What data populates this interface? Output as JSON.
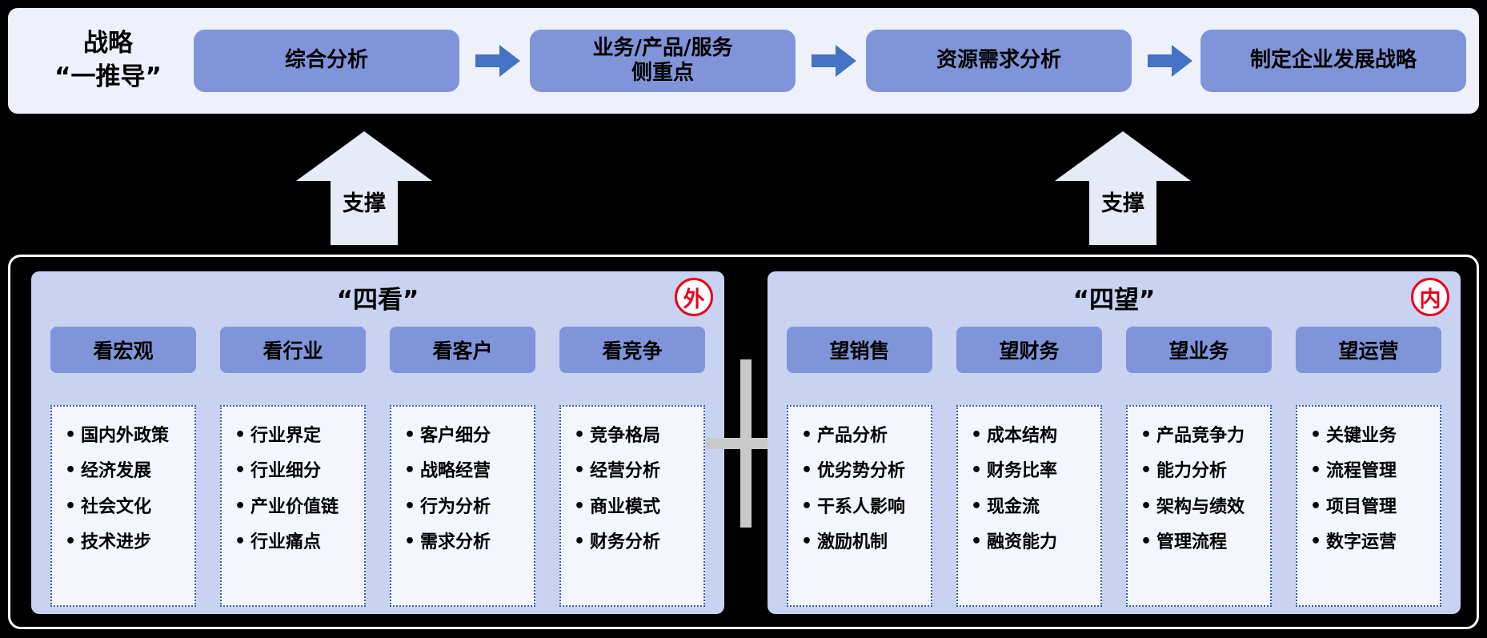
{
  "top": {
    "label_line1": "战略",
    "label_line2": "“一推导”",
    "steps": [
      "综合分析",
      "业务/产品/服务\n侧重点",
      "资源需求分析",
      "制定企业发展战略"
    ]
  },
  "support": [
    {
      "label": "支撑"
    },
    {
      "label": "支撑"
    }
  ],
  "panels": [
    {
      "title": "“四看”",
      "badge": "外",
      "columns": [
        {
          "header": "看宏观",
          "items": [
            "国内外政策",
            "经济发展",
            "社会文化",
            "技术进步"
          ]
        },
        {
          "header": "看行业",
          "items": [
            "行业界定",
            "行业细分",
            "产业价值链",
            "行业痛点"
          ]
        },
        {
          "header": "看客户",
          "items": [
            "客户细分",
            "战略经营",
            "行为分析",
            "需求分析"
          ]
        },
        {
          "header": "看竞争",
          "items": [
            "竞争格局",
            "经营分析",
            "商业模式",
            "财务分析"
          ]
        }
      ]
    },
    {
      "title": "“四望”",
      "badge": "内",
      "columns": [
        {
          "header": "望销售",
          "items": [
            "产品分析",
            "优劣势分析",
            "干系人影响",
            "激励机制"
          ]
        },
        {
          "header": "望财务",
          "items": [
            "成本结构",
            "财务比率",
            "现金流",
            "融资能力"
          ]
        },
        {
          "header": "望业务",
          "items": [
            "产品竞争力",
            "能力分析",
            "架构与绩效",
            "管理流程"
          ]
        },
        {
          "header": "望运营",
          "items": [
            "关键业务",
            "流程管理",
            "项目管理",
            "数字运营"
          ]
        }
      ]
    }
  ],
  "colors": {
    "background": "#000000",
    "top_bar_bg": "#eef1fb",
    "step_box_blue": "#8095d9",
    "flow_arrow_blue": "#4472c4",
    "support_arrow_fill": "#e7ebf8",
    "panel_bg": "#c7d3f0",
    "dotted_box_bg": "#f3f6fd",
    "dotted_border_blue": "#2f5cb8",
    "badge_red": "#e8001c",
    "plus_gray": "#c9c9c9",
    "frame_border": "#ffffff"
  }
}
